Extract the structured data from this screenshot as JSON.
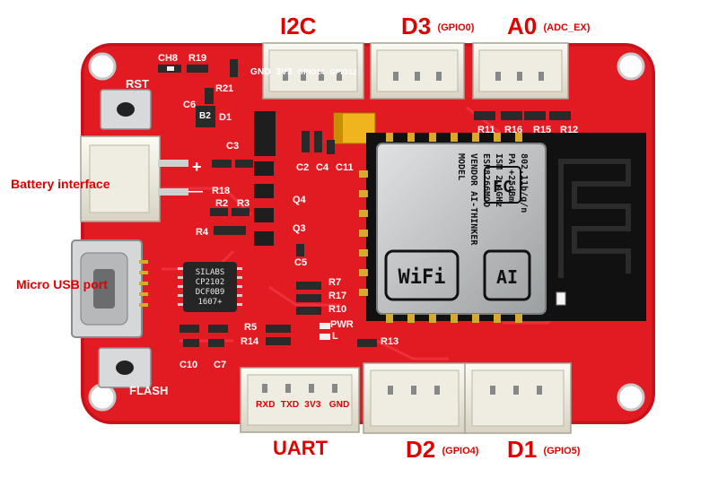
{
  "callouts": {
    "i2c": "I2C",
    "d3": "D3",
    "d3_sub": "(GPIO0)",
    "a0": "A0",
    "a0_sub": "(ADC_EX)",
    "battery": "Battery interface",
    "usb": "Micro USB port",
    "uart": "UART",
    "d2": "D2",
    "d2_sub": "(GPIO4)",
    "d1": "D1",
    "d1_sub": "(GPIO5)"
  },
  "i2c_pins": [
    "GND",
    "3V3",
    "GPIO14",
    "GPIO12"
  ],
  "uart_pins": [
    "RXD",
    "TXD",
    "3V3",
    "GND"
  ],
  "silkscreen": {
    "rst": "RST",
    "flash": "FLASH",
    "ch8": "CH8",
    "r19": "R19",
    "r21": "R21",
    "c6": "C6",
    "b2": "B2",
    "d1_ref": "D1",
    "c3": "C3",
    "c2": "C2",
    "c4": "C4",
    "c11": "C11",
    "r18": "R18",
    "r2": "R2",
    "r3": "R3",
    "r4": "R4",
    "q4": "Q4",
    "q3": "Q3",
    "c5": "C5",
    "r7": "R7",
    "r17": "R17",
    "r10": "R10",
    "pwr": "PWR",
    "l": "L",
    "r5": "R5",
    "r14": "R14",
    "c10": "C10",
    "c7": "C7",
    "r13": "R13",
    "r11": "R11",
    "r16": "R16",
    "r15": "R15",
    "r12": "R12",
    "plus": "+",
    "minus": "—"
  },
  "usb_chip": [
    "SILABS",
    "CP2102",
    "DCF0B9",
    "1607+"
  ],
  "esp_module": [
    "802.11b/g/n",
    "PA +25dBm",
    "ISM 2.4GHz",
    "ESP8266MOD",
    "VENDOR AI-THINKER",
    "MODEL"
  ],
  "wifi_logo": "WiFi",
  "ai_logo": "AI",
  "fcc_logo": "FC",
  "colors": {
    "board": "#e21a22",
    "board_dark": "#b5101a",
    "connector": "#f4f1e6",
    "callout": "#e00000",
    "module_shield": "#c9cbcc",
    "pcb_antenna": "#1a1a1a",
    "solder": "#d9a82e"
  }
}
